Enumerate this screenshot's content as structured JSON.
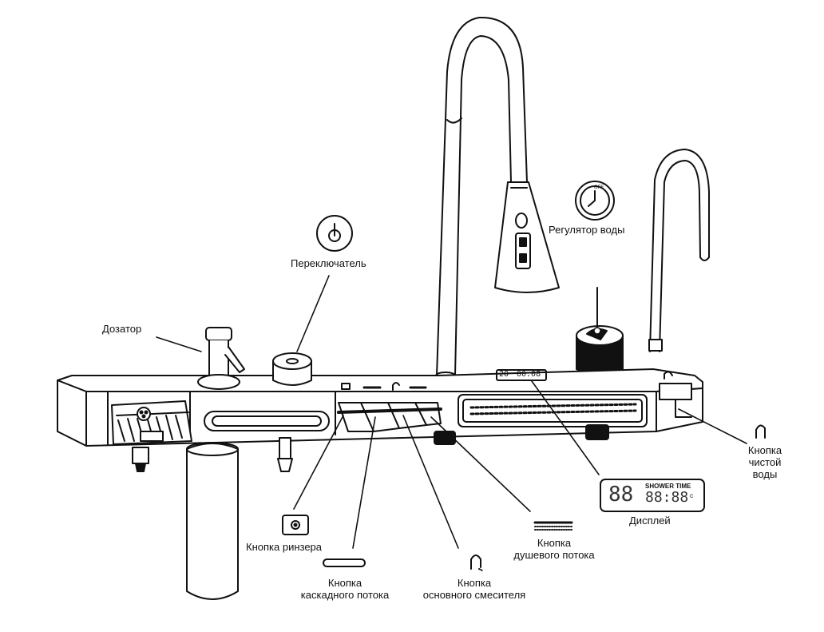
{
  "labels": {
    "dispenser": "Дозатор",
    "switch": "Переключатель",
    "water_regulator": "Регулятор воды",
    "clean_water_button": "Кнопка\nчистой воды",
    "display": "Дисплей",
    "shower_flow_button": "Кнопка\nдушевого потока",
    "main_mixer_button": "Кнопка\nосновного смесителя",
    "cascade_flow_button": "Кнопка\nкаскадного потока",
    "rinser_button": "Кнопка ринзера"
  },
  "display_legend": {
    "digits_left": "88",
    "shower_time": "SHOWER TIME",
    "time_digits": "88:88",
    "degree": "c"
  },
  "panel_display": {
    "temp": "20",
    "time": "00:08"
  },
  "regulator_off": "OFF",
  "stroke_color": "#111111"
}
